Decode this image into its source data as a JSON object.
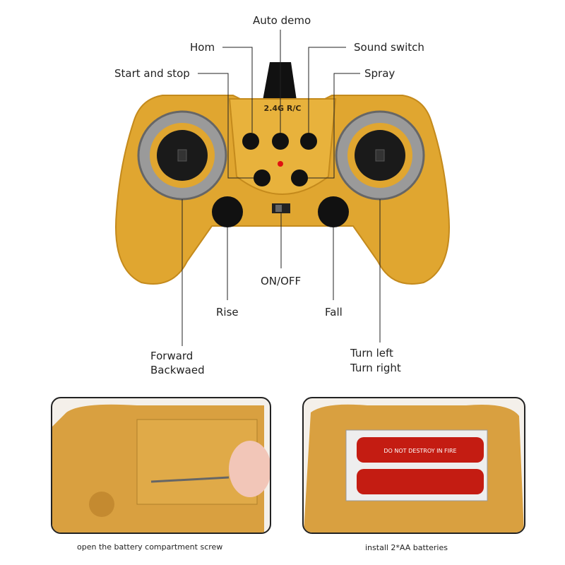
{
  "labels": {
    "auto_demo": "Auto demo",
    "horn": "Hom",
    "sound_switch": "Sound switch",
    "start_stop": "Start and stop",
    "spray": "Spray",
    "on_off": "ON/OFF",
    "rise": "Rise",
    "fall": "Fall",
    "forward": "Forward",
    "backward": "Backwaed",
    "turn_left": "Turn left",
    "turn_right": "Turn right"
  },
  "controller": {
    "brand_text": "2.4G R/C",
    "body_color": "#e0a630",
    "battery_text": "DO NOT DESTROY IN FIRE"
  },
  "captions": {
    "left": "open the battery compartment screw",
    "right": "install 2*AA batteries"
  }
}
